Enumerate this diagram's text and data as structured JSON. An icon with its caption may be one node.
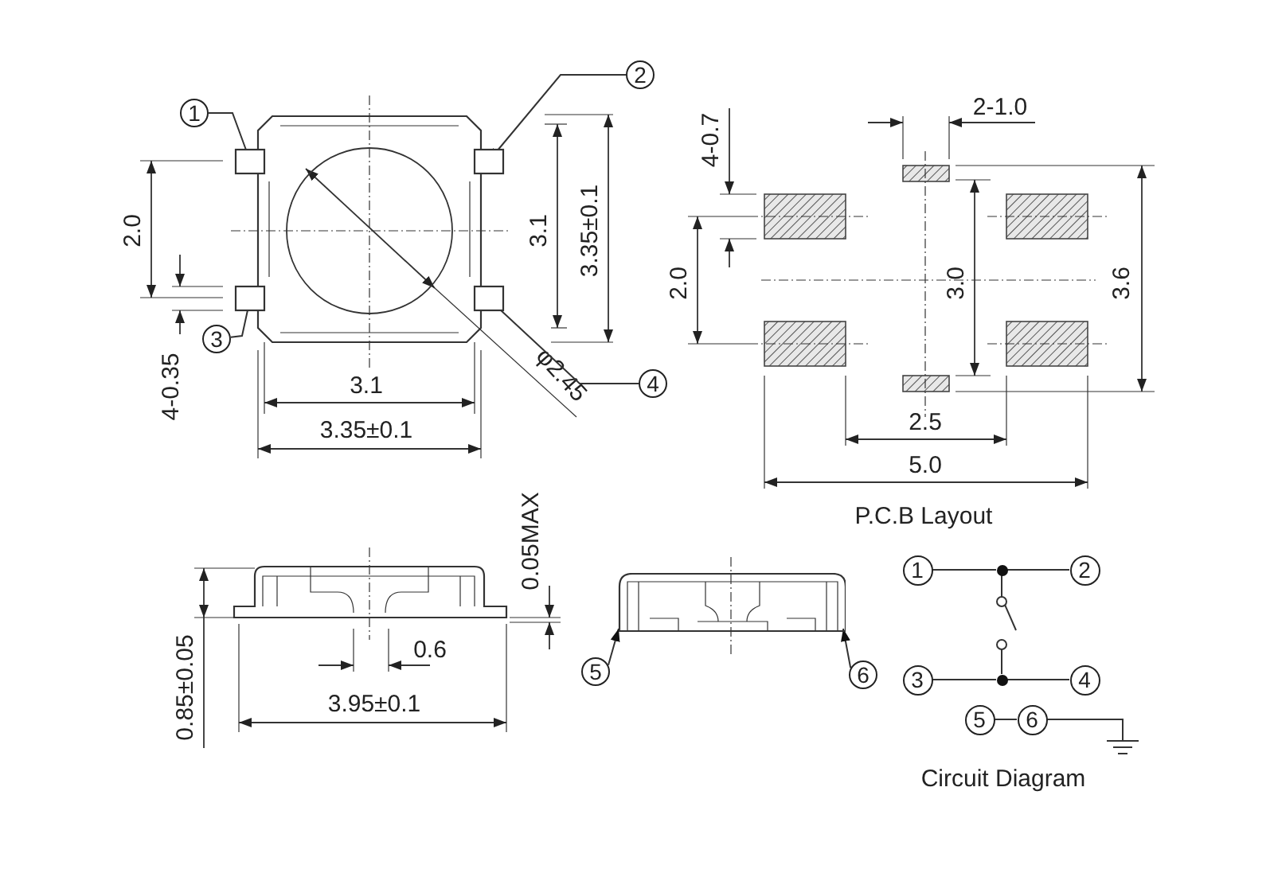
{
  "diagram": {
    "nodes": [
      {
        "text": [
          "1"
        ]
      },
      {
        "text": [
          "2"
        ]
      },
      {
        "text": [
          "3"
        ]
      },
      {
        "text": [
          "4"
        ]
      },
      {
        "text": [],
        "shape": "picture"
      },
      {
        "text": [
          "5"
        ]
      },
      {
        "text": [
          "6"
        ]
      },
      {
        "text": [
          "1"
        ]
      },
      {
        "text": [],
        "shape": "dot"
      },
      {
        "text": [
          "2"
        ]
      },
      {
        "text": [],
        "shape": "switch"
      },
      {
        "text": [
          "3"
        ]
      },
      {
        "text": [],
        "shape": "dot"
      },
      {
        "text": [
          "4"
        ]
      },
      {
        "text": [
          "5"
        ]
      },
      {
        "text": [
          "6"
        ]
      },
      {
        "text": [],
        "shape": "ground"
      },
      {
        "text": [],
        "shape": "picture"
      }
    ],
    "edges": [
      {
        "from": 0,
        "to": 4,
        "arrow": "none"
      },
      {
        "from": 1,
        "to": 4,
        "arrow": "to"
      },
      {
        "from": 2,
        "to": 4,
        "arrow": "none"
      },
      {
        "from": 3,
        "to": 4,
        "arrow": "to"
      },
      {
        "from": 5,
        "to": 17,
        "arrow": "to"
      },
      {
        "from": 6,
        "to": 17,
        "arrow": "to"
      },
      {
        "from": 7,
        "to": 8,
        "arrow": "none"
      },
      {
        "from": 8,
        "to": 9,
        "arrow": "none"
      },
      {
        "from": 8,
        "to": 10,
        "arrow": "none"
      },
      {
        "from": 10,
        "to": 12,
        "arrow": "none"
      },
      {
        "from": 11,
        "to": 12,
        "arrow": "none"
      },
      {
        "from": 12,
        "to": 13,
        "arrow": "none"
      },
      {
        "from": 14,
        "to": 15,
        "arrow": "none"
      },
      {
        "from": 15,
        "to": 16,
        "arrow": "none"
      }
    ],
    "labels": [
      "2.0",
      "4-0.35",
      "3.1",
      "3.35±0.1",
      "3.1",
      "3.35±0.1",
      "φ2.45",
      "4-0.7",
      "2-1.0",
      "2.0",
      "3.0",
      "3.6",
      "2.5",
      "5.0",
      "P.C.B Layout",
      "0.05MAX",
      "0.85±0.05",
      "0.6",
      "3.95±0.1",
      "Circuit Diagram"
    ]
  }
}
